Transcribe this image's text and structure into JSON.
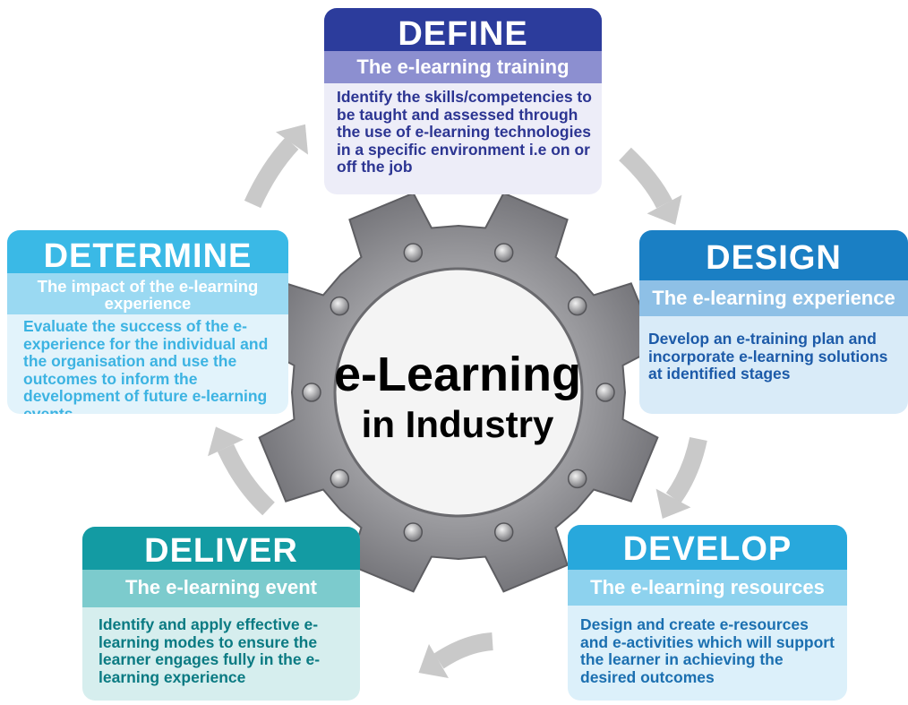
{
  "center": {
    "line1": "e-Learning",
    "line2": "in Industry"
  },
  "stages": {
    "define": {
      "title": "DEFINE",
      "subtitle": "The e-learning training",
      "body": "Identify the skills/competencies to be taught and assessed through the use of e-learning technologies in a specific environment i.e on or off the job"
    },
    "design": {
      "title": "DESIGN",
      "subtitle": "The e-learning experience",
      "body": "Develop an e-training plan and incorporate e-learning solutions at identified stages"
    },
    "develop": {
      "title": "DEVELOP",
      "subtitle": "The e-learning resources",
      "body": "Design and create e-resources and e-activities which will support the learner in achieving the desired outcomes"
    },
    "deliver": {
      "title": "DELIVER",
      "subtitle": "The e-learning event",
      "body": "Identify and apply effective e-learning modes to ensure the learner engages fully in the e-learning experience"
    },
    "determine": {
      "title": "DETERMINE",
      "subtitle": "The impact of the e-learning experience",
      "body": "Evaluate the success of the e-experience for the individual and the organisation and use the outcomes to inform the development of future e-learning events."
    }
  },
  "colors": {
    "gear": "#8c8c90",
    "gear_inner": "#f4f4f4",
    "arrow": "#c9c9c9",
    "define": "#2c3c9c",
    "design": "#1a7fc4",
    "develop": "#28a8dc",
    "deliver": "#139ba3",
    "determine": "#3ab9e6"
  }
}
